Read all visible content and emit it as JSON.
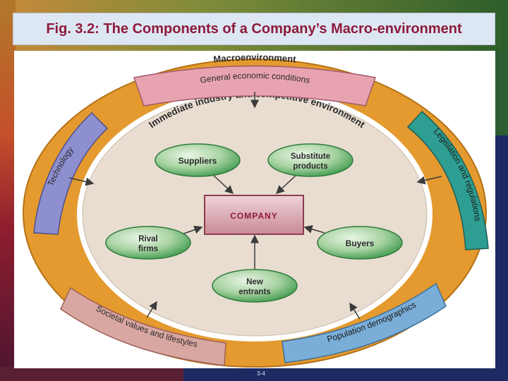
{
  "slide": {
    "title": "Fig. 3.2:  The Components of a Company’s  Macro-environment",
    "number": "3-4"
  },
  "diagram": {
    "outer_label": "Macroenvironment",
    "inner_label": "Immediate industry and competitive environment",
    "bands": {
      "top": "General economic conditions",
      "left": "Technology",
      "right": "Legislation and regulations",
      "bottom_left": "Societal values and lifestyles",
      "bottom_right": "Population demographics"
    },
    "center": "COMPANY",
    "forces": {
      "suppliers": "Suppliers",
      "substitutes_line1": "Substitute",
      "substitutes_line2": "products",
      "rivals_line1": "Rival",
      "rivals_line2": "firms",
      "buyers": "Buyers",
      "entrants_line1": "New",
      "entrants_line2": "entrants"
    }
  },
  "colors": {
    "title_text": "#8d1a3a",
    "outer_ring": "#e49a2e",
    "inner_field": "#e8ddd0",
    "company_box": "#c98a96",
    "force_ellipse": "#3f9a4e",
    "band_top": "#e8a3b1",
    "band_left": "#8e8fcf",
    "band_right": "#2e9e92",
    "band_bottom_left": "#d9a7a1",
    "band_bottom_right": "#7aaed8"
  }
}
